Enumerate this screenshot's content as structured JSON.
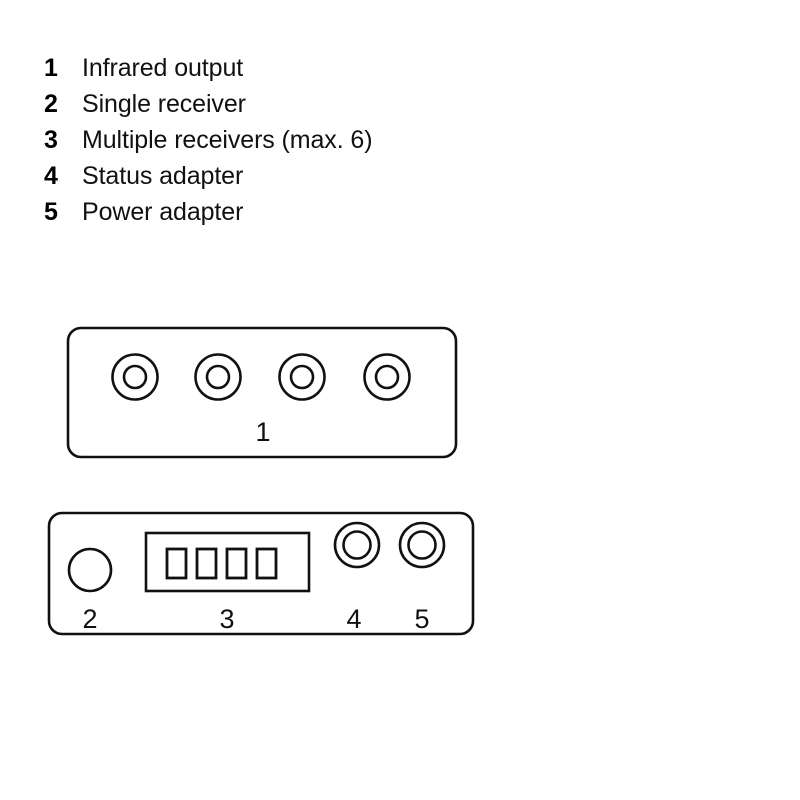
{
  "legend": {
    "items": [
      {
        "number": "1",
        "label": "Infrared output"
      },
      {
        "number": "2",
        "label": "Single receiver"
      },
      {
        "number": "3",
        "label": "Multiple receivers (max. 6)"
      },
      {
        "number": "4",
        "label": "Status adapter"
      },
      {
        "number": "5",
        "label": "Power adapter"
      }
    ]
  },
  "diagram": {
    "colors": {
      "stroke": "#111111",
      "fill": "#ffffff",
      "background": "#ffffff"
    },
    "panel_top": {
      "name": "infrared output panel",
      "callout": "1",
      "port_count": "4",
      "port_type": "concentric-jack"
    },
    "panel_bottom": {
      "name": "receiver and adapter panel",
      "callouts": {
        "single_receiver": "2",
        "multiple_receivers": "3",
        "status_adapter": "4",
        "power_adapter": "5"
      },
      "multi_receiver_slot_count": "4"
    }
  }
}
